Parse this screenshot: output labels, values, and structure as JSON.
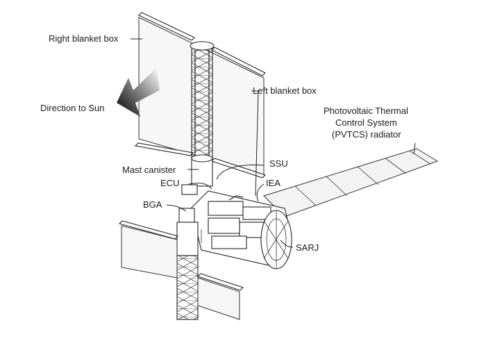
{
  "labels": {
    "right_blanket_box": "Right blanket box",
    "direction_to_sun": "Direction to Sun",
    "left_blanket_box": "Left blanket box",
    "pvtcs_line1": "Photovoltaic Thermal",
    "pvtcs_line2": "Control System",
    "pvtcs_line3": "(PVTCS) radiator",
    "ssu": "SSU",
    "mast_canister": "Mast canister",
    "ecu": "ECU",
    "iea": "IEA",
    "bga": "BGA",
    "sarj": "SARJ"
  }
}
